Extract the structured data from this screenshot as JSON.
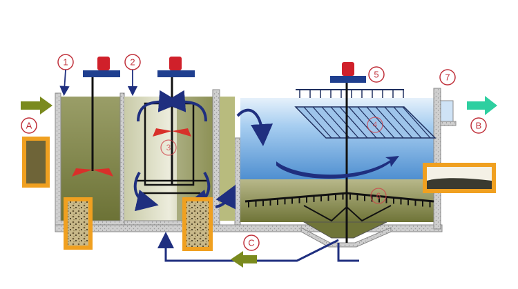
{
  "diagram": {
    "stage_markers": [
      {
        "id": "1",
        "text": "1"
      },
      {
        "id": "2",
        "text": "2"
      },
      {
        "id": "5",
        "text": "5"
      },
      {
        "id": "7",
        "text": "7"
      }
    ],
    "ghost_markers": [
      {
        "id": "3",
        "text": "3"
      },
      {
        "id": "4",
        "text": "4"
      },
      {
        "id": "6",
        "text": "6"
      }
    ],
    "flow_labels": {
      "inlet": "A",
      "outlet": "B",
      "recycle": "C"
    },
    "colors": {
      "marker_ring": "#c0303a",
      "motor": "#d0202a",
      "motor_base": "#1f3f8f",
      "flow_arrow": "#1f2f7f",
      "inlet_arrow": "#7a8a1e",
      "outlet_arrow": "#2ecfa0",
      "sample_frame": "#f0a020",
      "tank_wall": "#a8a8a8",
      "water_blue": "#9fc8ee",
      "sludge": "#808a3a"
    },
    "icons": [
      "motor-icon",
      "impeller-icon",
      "sample-jar-icon",
      "flow-arrow-icon",
      "scraper-rake-icon"
    ]
  }
}
